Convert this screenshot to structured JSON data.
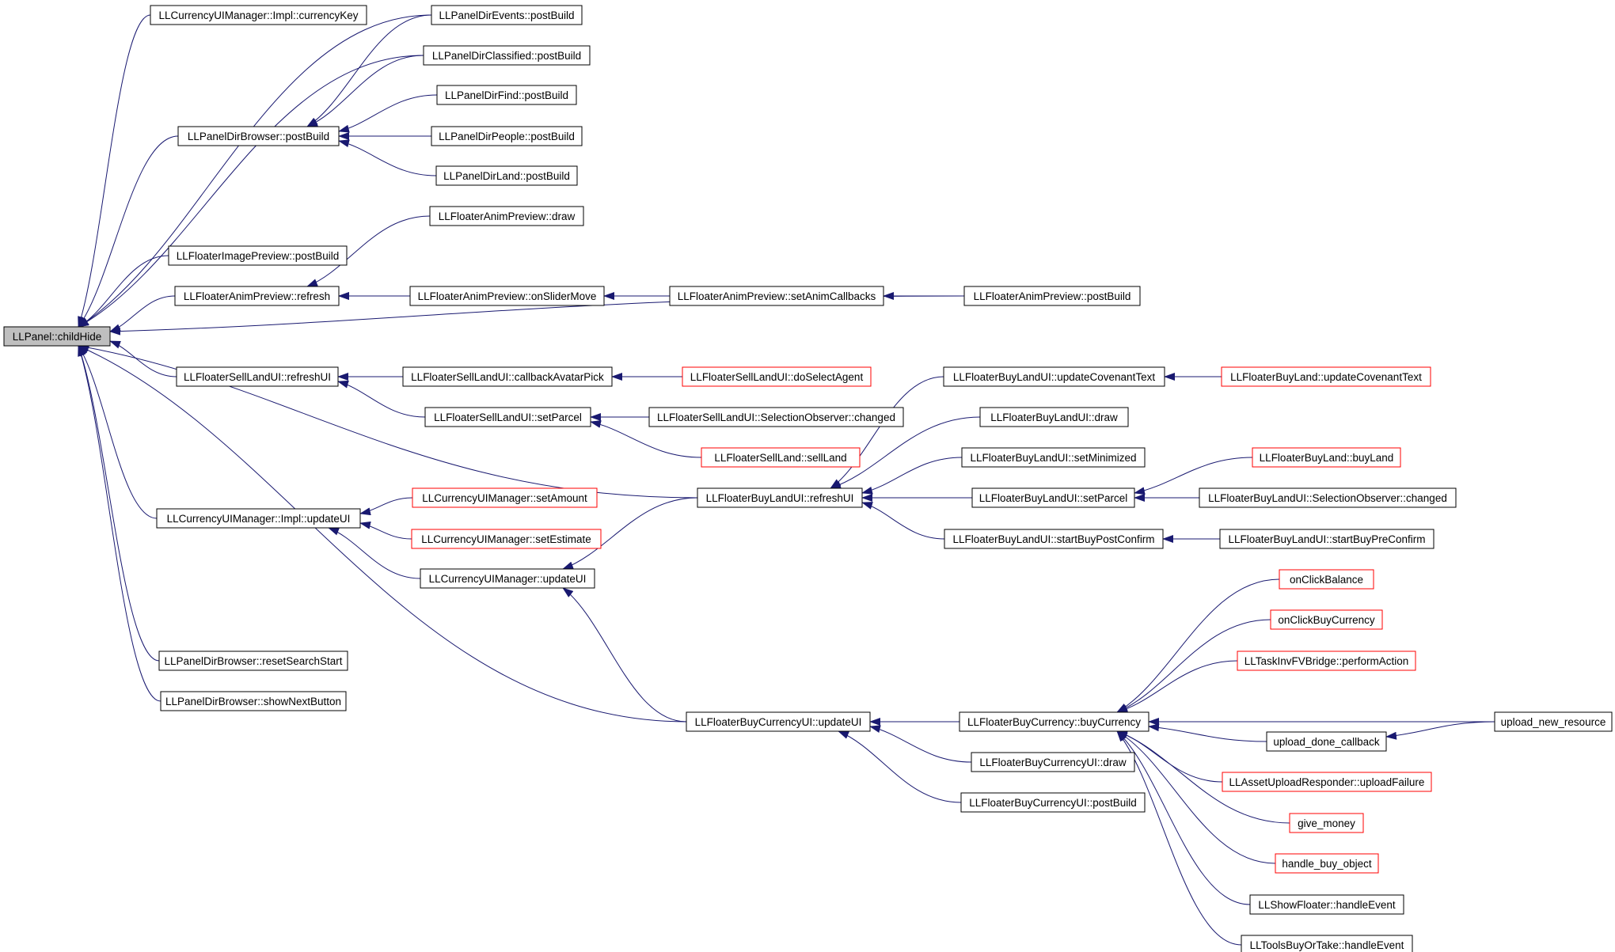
{
  "diagram": {
    "colors": {
      "edge": "#191970",
      "node_border": "#000000",
      "truncated_border": "#ff0000",
      "root_fill": "#bfbfbf",
      "node_fill": "#ffffff",
      "text": "#000000"
    },
    "nodes": [
      {
        "id": "root",
        "label": "LLPanel::childHide",
        "root": true
      },
      {
        "id": "currencyKey",
        "label": "LLCurrencyUIManager::Impl::currencyKey"
      },
      {
        "id": "dirEvents",
        "label": "LLPanelDirEvents::postBuild"
      },
      {
        "id": "dirClassified",
        "label": "LLPanelDirClassified::postBuild"
      },
      {
        "id": "dirFind",
        "label": "LLPanelDirFind::postBuild"
      },
      {
        "id": "dirBrowserPost",
        "label": "LLPanelDirBrowser::postBuild"
      },
      {
        "id": "dirPeople",
        "label": "LLPanelDirPeople::postBuild"
      },
      {
        "id": "dirLand",
        "label": "LLPanelDirLand::postBuild"
      },
      {
        "id": "animDraw",
        "label": "LLFloaterAnimPreview::draw"
      },
      {
        "id": "imagePost",
        "label": "LLFloaterImagePreview::postBuild"
      },
      {
        "id": "animRefresh",
        "label": "LLFloaterAnimPreview::refresh"
      },
      {
        "id": "animSlider",
        "label": "LLFloaterAnimPreview::onSliderMove"
      },
      {
        "id": "animSetCb",
        "label": "LLFloaterAnimPreview::setAnimCallbacks"
      },
      {
        "id": "animPost",
        "label": "LLFloaterAnimPreview::postBuild"
      },
      {
        "id": "sellRefresh",
        "label": "LLFloaterSellLandUI::refreshUI"
      },
      {
        "id": "sellCbAvatar",
        "label": "LLFloaterSellLandUI::callbackAvatarPick"
      },
      {
        "id": "sellDoSelect",
        "label": "LLFloaterSellLandUI::doSelectAgent",
        "truncated": true
      },
      {
        "id": "sellSetParcel",
        "label": "LLFloaterSellLandUI::setParcel"
      },
      {
        "id": "sellSelChanged",
        "label": "LLFloaterSellLandUI::SelectionObserver::changed"
      },
      {
        "id": "sellLand",
        "label": "LLFloaterSellLand::sellLand",
        "truncated": true
      },
      {
        "id": "buyUpdCov",
        "label": "LLFloaterBuyLandUI::updateCovenantText"
      },
      {
        "id": "buyLandUpdCov",
        "label": "LLFloaterBuyLand::updateCovenantText",
        "truncated": true
      },
      {
        "id": "buyDraw",
        "label": "LLFloaterBuyLandUI::draw"
      },
      {
        "id": "buySetMin",
        "label": "LLFloaterBuyLandUI::setMinimized"
      },
      {
        "id": "buyLandBuy",
        "label": "LLFloaterBuyLand::buyLand",
        "truncated": true
      },
      {
        "id": "implUpdateUI",
        "label": "LLCurrencyUIManager::Impl::updateUI"
      },
      {
        "id": "setAmount",
        "label": "LLCurrencyUIManager::setAmount",
        "truncated": true
      },
      {
        "id": "buyRefresh",
        "label": "LLFloaterBuyLandUI::refreshUI"
      },
      {
        "id": "buySetParcel",
        "label": "LLFloaterBuyLandUI::setParcel"
      },
      {
        "id": "buySelChanged",
        "label": "LLFloaterBuyLandUI::SelectionObserver::changed"
      },
      {
        "id": "setEstimate",
        "label": "LLCurrencyUIManager::setEstimate",
        "truncated": true
      },
      {
        "id": "buyPostConfirm",
        "label": "LLFloaterBuyLandUI::startBuyPostConfirm"
      },
      {
        "id": "buyPreConfirm",
        "label": "LLFloaterBuyLandUI::startBuyPreConfirm"
      },
      {
        "id": "mgrUpdateUI",
        "label": "LLCurrencyUIManager::updateUI"
      },
      {
        "id": "onClickBalance",
        "label": "onClickBalance",
        "truncated": true
      },
      {
        "id": "onClickBuyCur",
        "label": "onClickBuyCurrency",
        "truncated": true
      },
      {
        "id": "taskInv",
        "label": "LLTaskInvFVBridge::performAction",
        "truncated": true
      },
      {
        "id": "resetSearch",
        "label": "LLPanelDirBrowser::resetSearchStart"
      },
      {
        "id": "showNext",
        "label": "LLPanelDirBrowser::showNextButton"
      },
      {
        "id": "bcUpdateUI",
        "label": "LLFloaterBuyCurrencyUI::updateUI"
      },
      {
        "id": "bcBuy",
        "label": "LLFloaterBuyCurrency::buyCurrency"
      },
      {
        "id": "uploadNew",
        "label": "upload_new_resource"
      },
      {
        "id": "uploadDone",
        "label": "upload_done_callback"
      },
      {
        "id": "bcDraw",
        "label": "LLFloaterBuyCurrencyUI::draw"
      },
      {
        "id": "assetFail",
        "label": "LLAssetUploadResponder::uploadFailure",
        "truncated": true
      },
      {
        "id": "bcPost",
        "label": "LLFloaterBuyCurrencyUI::postBuild"
      },
      {
        "id": "giveMoney",
        "label": "give_money",
        "truncated": true
      },
      {
        "id": "handleBuy",
        "label": "handle_buy_object",
        "truncated": true
      },
      {
        "id": "showFloater",
        "label": "LLShowFloater::handleEvent"
      },
      {
        "id": "toolsBuy",
        "label": "LLToolsBuyOrTake::handleEvent"
      }
    ],
    "edges": [
      [
        "currencyKey",
        "root"
      ],
      [
        "dirEvents",
        "root"
      ],
      [
        "dirClassified",
        "root"
      ],
      [
        "dirBrowserPost",
        "root"
      ],
      [
        "imagePost",
        "root"
      ],
      [
        "animRefresh",
        "root"
      ],
      [
        "animPost",
        "root"
      ],
      [
        "sellRefresh",
        "root"
      ],
      [
        "buyRefresh",
        "root"
      ],
      [
        "implUpdateUI",
        "root"
      ],
      [
        "resetSearch",
        "root"
      ],
      [
        "showNext",
        "root"
      ],
      [
        "bcUpdateUI",
        "root"
      ],
      [
        "dirEvents",
        "dirBrowserPost"
      ],
      [
        "dirClassified",
        "dirBrowserPost"
      ],
      [
        "dirFind",
        "dirBrowserPost"
      ],
      [
        "dirPeople",
        "dirBrowserPost"
      ],
      [
        "dirLand",
        "dirBrowserPost"
      ],
      [
        "animDraw",
        "animRefresh"
      ],
      [
        "animSlider",
        "animRefresh"
      ],
      [
        "animPost",
        "animRefresh"
      ],
      [
        "animSetCb",
        "animSlider"
      ],
      [
        "animPost",
        "animSetCb"
      ],
      [
        "sellCbAvatar",
        "sellRefresh"
      ],
      [
        "sellSetParcel",
        "sellRefresh"
      ],
      [
        "sellDoSelect",
        "sellCbAvatar"
      ],
      [
        "sellSelChanged",
        "sellSetParcel"
      ],
      [
        "sellLand",
        "sellSetParcel"
      ],
      [
        "buyUpdCov",
        "buyRefresh"
      ],
      [
        "buyDraw",
        "buyRefresh"
      ],
      [
        "buySetMin",
        "buyRefresh"
      ],
      [
        "buySetParcel",
        "buyRefresh"
      ],
      [
        "buyPostConfirm",
        "buyRefresh"
      ],
      [
        "buyLandUpdCov",
        "buyUpdCov"
      ],
      [
        "buyLandBuy",
        "buySetParcel"
      ],
      [
        "buySelChanged",
        "buySetParcel"
      ],
      [
        "buyPreConfirm",
        "buyPostConfirm"
      ],
      [
        "setAmount",
        "implUpdateUI"
      ],
      [
        "setEstimate",
        "implUpdateUI"
      ],
      [
        "mgrUpdateUI",
        "implUpdateUI"
      ],
      [
        "buyRefresh",
        "mgrUpdateUI"
      ],
      [
        "bcUpdateUI",
        "mgrUpdateUI"
      ],
      [
        "bcBuy",
        "bcUpdateUI"
      ],
      [
        "bcDraw",
        "bcUpdateUI"
      ],
      [
        "bcPost",
        "bcUpdateUI"
      ],
      [
        "onClickBalance",
        "bcBuy"
      ],
      [
        "onClickBuyCur",
        "bcBuy"
      ],
      [
        "taskInv",
        "bcBuy"
      ],
      [
        "uploadNew",
        "bcBuy"
      ],
      [
        "uploadDone",
        "bcBuy"
      ],
      [
        "assetFail",
        "bcBuy"
      ],
      [
        "giveMoney",
        "bcBuy"
      ],
      [
        "handleBuy",
        "bcBuy"
      ],
      [
        "showFloater",
        "bcBuy"
      ],
      [
        "toolsBuy",
        "bcBuy"
      ],
      [
        "uploadNew",
        "uploadDone"
      ]
    ]
  }
}
